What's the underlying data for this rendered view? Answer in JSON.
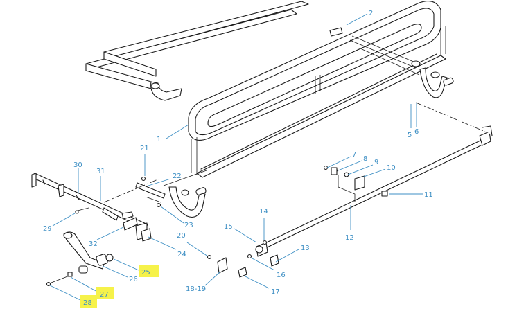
{
  "highlight_color": "#f6f24a",
  "callout_color": "#3d8fc4",
  "callouts": {
    "c1": "1",
    "c2": "2",
    "c5": "5",
    "c6": "6",
    "c7": "7",
    "c8": "8",
    "c9": "9",
    "c10": "10",
    "c11": "11",
    "c12": "12",
    "c13": "13",
    "c14": "14",
    "c15": "15",
    "c16": "16",
    "c17": "17",
    "c18_19": "18-19",
    "c20": "20",
    "c21": "21",
    "c22": "22",
    "c23": "23",
    "c24": "24",
    "c25": "25",
    "c26": "26",
    "c27": "27",
    "c28": "28",
    "c29": "29",
    "c30": "30",
    "c31": "31",
    "c32": "32"
  },
  "highlighted": [
    "25",
    "27",
    "28"
  ]
}
